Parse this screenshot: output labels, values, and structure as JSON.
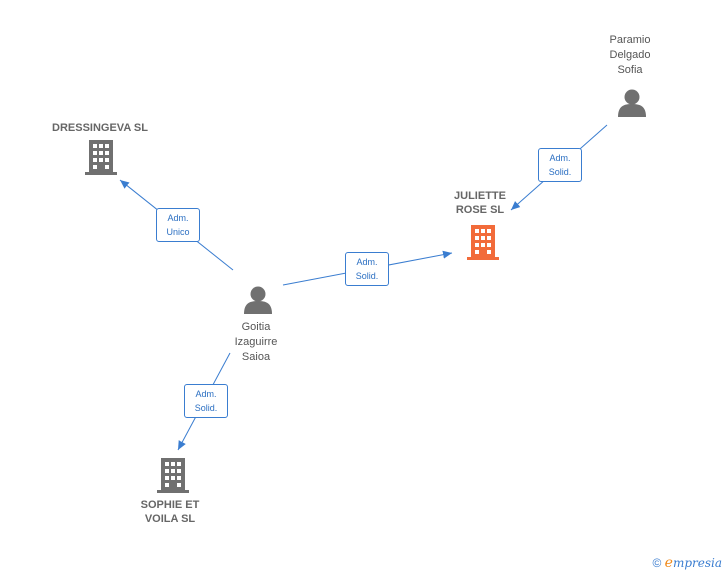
{
  "nodes": {
    "dressingeva": {
      "label": "DRESSINGEVA SL",
      "kind": "company"
    },
    "juliette": {
      "label_lines": [
        "JULIETTE",
        "ROSE  SL"
      ],
      "kind": "company-focus"
    },
    "sophie": {
      "label_lines": [
        "SOPHIE ET",
        "VOILA  SL"
      ],
      "kind": "company"
    },
    "goitia": {
      "label_lines": [
        "Goitia",
        "Izaguirre",
        "Saioa"
      ],
      "kind": "person"
    },
    "paramio": {
      "label_lines": [
        "Paramio",
        "Delgado",
        "Sofia"
      ],
      "kind": "person"
    }
  },
  "edges": [
    {
      "id": "goitia-dressingeva",
      "lines": [
        "Adm.",
        "Unico"
      ]
    },
    {
      "id": "goitia-juliette",
      "lines": [
        "Adm.",
        "Solid."
      ]
    },
    {
      "id": "paramio-juliette",
      "lines": [
        "Adm.",
        "Solid."
      ]
    },
    {
      "id": "goitia-sophie",
      "lines": [
        "Adm.",
        "Solid."
      ]
    }
  ],
  "colors": {
    "edge": "#3a7dd0",
    "icon": "#707070",
    "focus_icon": "#f26b3a",
    "brand_e": "#f08a1c"
  },
  "brand": {
    "symbol": "©",
    "e": "e",
    "name": "mpresia"
  }
}
